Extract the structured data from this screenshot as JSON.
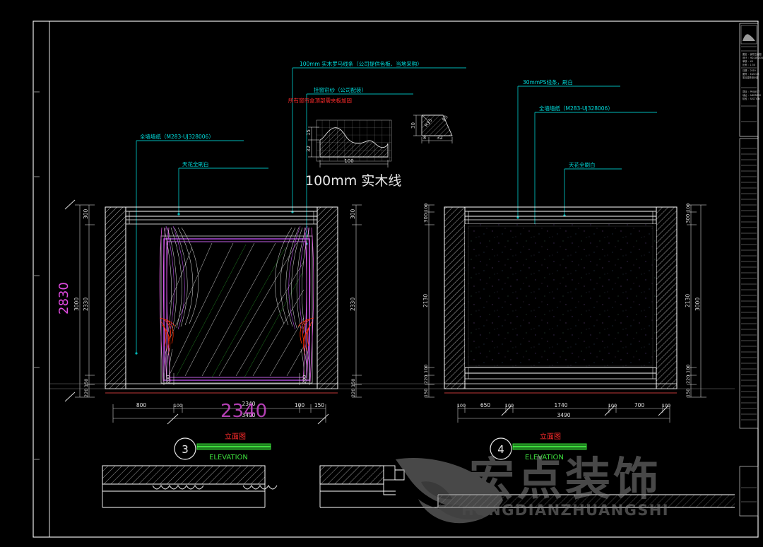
{
  "document": {
    "type": "AutoCAD elevation drawing",
    "background_color": "#000000",
    "sheet_border_color": "#FFFFFF"
  },
  "annotations": {
    "top_center_1": "100mm 实木罗马线条（公司提供色板、当地采购）",
    "top_center_2": "挂窗帘纱（公司配装）",
    "top_center_3_warning": "所有窗帘盒顶部需夹板加固",
    "left_1": "全墙墙纸（M283-UJ328006）",
    "left_2": "天花全刷白",
    "right_1": "30mmPS线条，刷白",
    "right_2": "全墙墙纸（M283-UJ328006）",
    "right_3": "天花全刷白"
  },
  "detail_profile": {
    "title": "100mm 实木线",
    "dim_height_top": "15",
    "dim_height_bottom": "32",
    "dim_width": "100"
  },
  "detail_small": {
    "dim_vertical": "30",
    "dim_left": "8",
    "dim_right": "32",
    "label_diag_1": "R15",
    "label_diag_2": "R5"
  },
  "elevation_left": {
    "tag_number": "3",
    "title_cn": "立面图",
    "title_en": "ELEVATION",
    "dims_bottom": [
      "800",
      "100",
      "2340",
      "100",
      "150"
    ],
    "dim_total": "3490",
    "dims_left_outer": [
      "300",
      "2330",
      "150",
      "220"
    ],
    "dim_left_overall": "3000",
    "dim_magenta_height": "2830",
    "dims_right_outer": [
      "300",
      "2330",
      "150",
      "220"
    ],
    "dim_right_overall": "3000",
    "dim_inner_left": "200",
    "dim_inner_right": "200"
  },
  "elevation_right": {
    "tag_number": "4",
    "title_cn": "立面图",
    "title_en": "ELEVATION",
    "dims_bottom": [
      "100",
      "650",
      "100",
      "1740",
      "100",
      "700",
      "100"
    ],
    "dim_total": "3490",
    "dims_left_outer": [
      "100",
      "300",
      "2130",
      "100",
      "220",
      "150"
    ],
    "dim_left_overall": "3000",
    "dims_right_outer": [
      "100",
      "300",
      "2130",
      "100",
      "220",
      "150"
    ],
    "dim_right_overall": "3000"
  },
  "watermark": {
    "text_cn": "宏点装饰",
    "text_en": "HONGDIANZHUANGSHI",
    "color": "#8a8a8a"
  },
  "colors": {
    "white": "#ffffff",
    "cyan": "#00cfcf",
    "green": "#00ff00",
    "red": "#ff0000",
    "magenta": "#ff00ff",
    "violet": "#cc66ff",
    "grey": "#9a9a9a",
    "dim_grey": "#cfcfcf"
  },
  "title_block": {
    "lines": [
      "图 名",
      "设 计",
      "审 核",
      "比 例",
      "日 期",
      "图 号"
    ]
  }
}
